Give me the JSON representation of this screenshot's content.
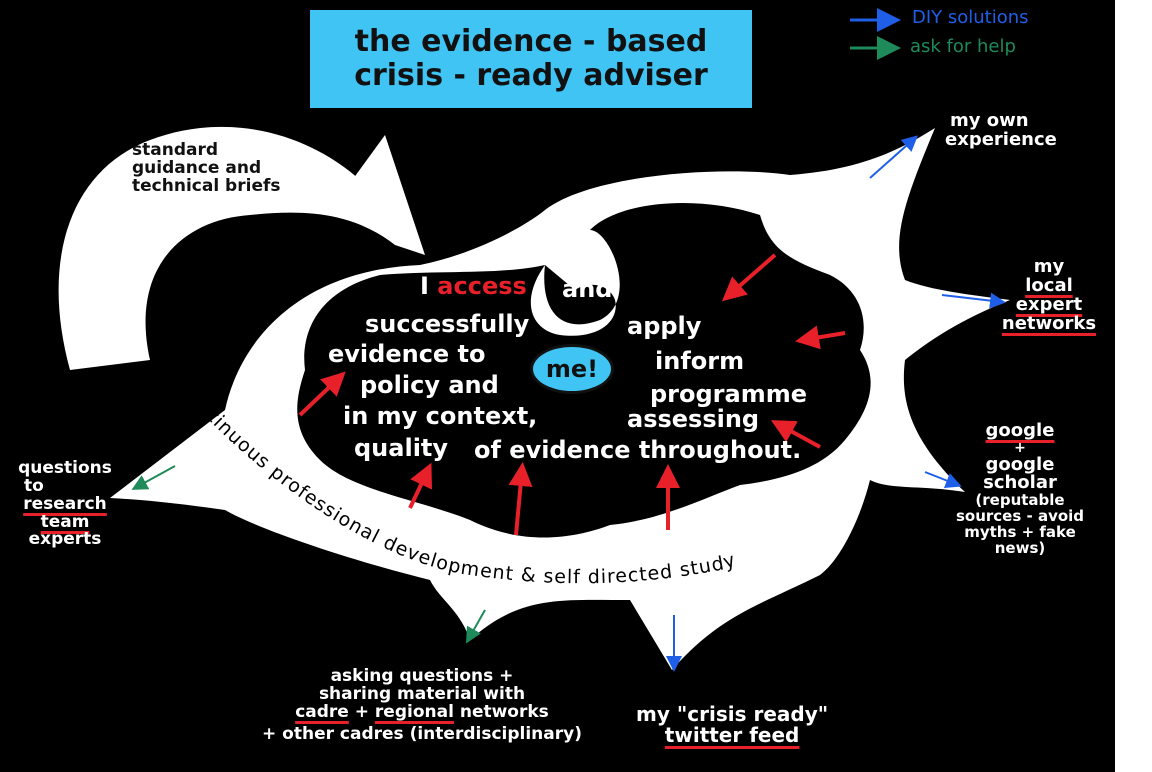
{
  "title": {
    "line1": "the evidence - based",
    "line2": "crisis - ready adviser"
  },
  "legend": {
    "diy": {
      "label": "DIY solutions",
      "color": "#1f5fe8"
    },
    "help": {
      "label": "ask for help",
      "color": "#1f8a5a"
    }
  },
  "colors": {
    "highlight": "#e8202a",
    "center": "#3fc4f3",
    "shape": "#ffffff",
    "background": "#000000"
  },
  "center_bubble": "me!",
  "center_text": {
    "w1": "I",
    "w2": "access",
    "w3": "and",
    "w4": "successfully",
    "w5": "apply",
    "w6": "evidence to",
    "w7": "inform",
    "w8": "policy and",
    "w9": "programme",
    "w10": "in my context,",
    "w11": "assessing",
    "w12": "quality",
    "w13": "of evidence throughout."
  },
  "ring_label": "continuous professional development & self directed study",
  "arrow_label": {
    "l1": "standard",
    "l2": "guidance and",
    "l3": "technical briefs"
  },
  "sources": {
    "own_experience": {
      "l1": "my own",
      "l2": "experience"
    },
    "local_expert": {
      "l1": "my",
      "l2": "local",
      "l3": "expert",
      "l4": "networks"
    },
    "google": {
      "l1": "google",
      "l2": "+",
      "l3": "google",
      "l4": "scholar",
      "l5": "(reputable",
      "l6": "sources - avoid",
      "l7": "myths + fake",
      "l8": "news)"
    },
    "twitter": {
      "l1": "my \"crisis ready\"",
      "l2": "twitter feed"
    },
    "networks": {
      "l1": "asking questions +",
      "l2": "sharing material with",
      "l3a": "cadre",
      "l3b": " + ",
      "l3c": "regional",
      "l3d": " networks",
      "l4": "+ other cadres (interdisciplinary)"
    },
    "research": {
      "l1": "questions",
      "l2": "to",
      "l3": "research",
      "l4": "team",
      "l5": "experts"
    }
  }
}
